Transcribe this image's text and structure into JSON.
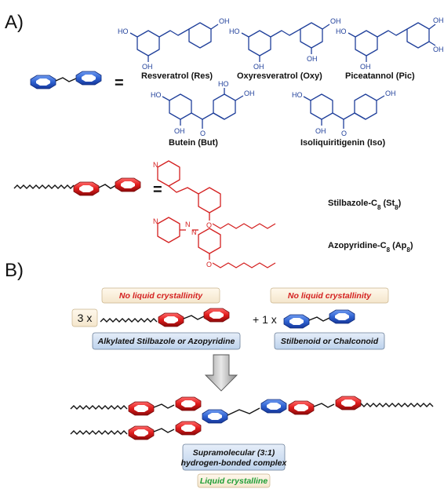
{
  "panel_a_label": "A)",
  "panel_b_label": "B)",
  "equals": "=",
  "compounds_blue": [
    {
      "name": "Resveratrol (Res)"
    },
    {
      "name": "Oxyresveratrol (Oxy)"
    },
    {
      "name": "Piceatannol (Pic)"
    },
    {
      "name": "Butein (But)"
    },
    {
      "name": "Isoliquiritigenin (Iso)"
    }
  ],
  "compounds_red": {
    "stilbazole": {
      "prefix": "Stilbazole-C",
      "sub": "8",
      "suffix_open": " (St",
      "suffix_sub": "8",
      "suffix_close": ")"
    },
    "azopyridine": {
      "prefix": "Azopyridine-C",
      "sub": "8",
      "suffix_open": " (Ap",
      "suffix_sub": "8",
      "suffix_close": ")"
    }
  },
  "atoms": {
    "oh": "OH",
    "ho": "HO",
    "o": "O",
    "n": "N"
  },
  "panel_b": {
    "no_lc_left": "No liquid crystallinity",
    "no_lc_right": "No liquid crystallinity",
    "mult_left": "3 x",
    "plus_mult_right": "+ 1 x",
    "box_left": "Alkylated Stilbazole or Azopyridine",
    "box_right": "Stilbenoid or Chalconoid",
    "complex_line1": "Supramolecular (3:1)",
    "complex_line2": "hydrogen-bonded complex",
    "lc": "Liquid crystalline"
  },
  "colors": {
    "blue": "#1f3f9a",
    "red": "#d42020",
    "hexblue": "#3a6fd8",
    "hexred": "#e01c1c",
    "box": "#cfe0f3",
    "tag_red": "#d42020",
    "tag_green": "#1e9e35"
  }
}
